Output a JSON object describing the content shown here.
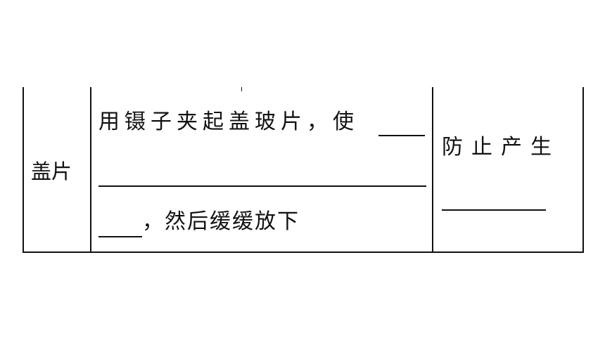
{
  "table": {
    "row_label": "盖片",
    "procedure": {
      "line1": "用镊子夹起盖玻片，使",
      "line3": "，然后缓缓放下"
    },
    "purpose": {
      "line1": "防止产生"
    }
  }
}
